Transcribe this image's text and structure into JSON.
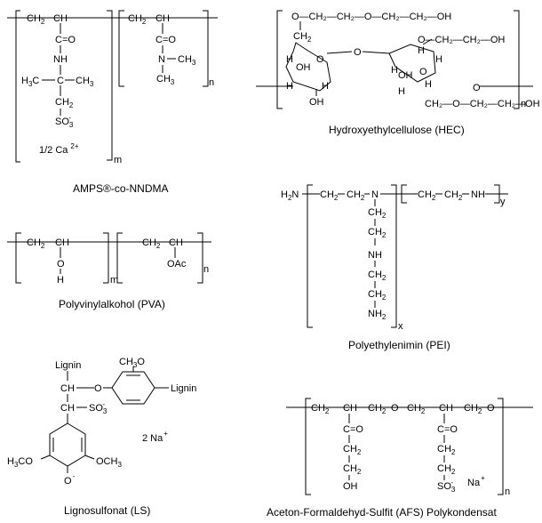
{
  "structures": [
    {
      "caption": "AMPS®-co-NNDMA",
      "atoms": {
        "ch2_a": "CH",
        "ch2_a_sub": "2",
        "ch_a": "CH",
        "ch2_b": "CH",
        "ch2_b_sub": "2",
        "ch_b": "CH",
        "c_o_1": "C=O",
        "c_o_2": "C=O",
        "nh": "NH",
        "n": "N",
        "n_me_right": "CH",
        "n_me_right_sub": "3",
        "n_me_down": "CH",
        "n_me_down_sub": "3",
        "h3c": "H",
        "h3c_sub": "3",
        "h3c_c": "C",
        "c_center": "C",
        "ch3_right": "CH",
        "ch3_right_sub": "3",
        "ch2_c": "CH",
        "ch2_c_sub": "2",
        "so3": "SO",
        "so3_sub": "3",
        "so3_sup": "-",
        "ca": "1/2 Ca",
        "ca_sup": "2+",
        "m": "m",
        "n_idx": "n"
      }
    },
    {
      "caption": "Hydroxyethylcellulose (HEC)",
      "atoms": {
        "top_chain": "O—CH₂—CH₂—O—CH₂—CH₂—OH",
        "ch2_top_left": "CH",
        "ch2_top_left_sub": "2",
        "h1": "H",
        "h2": "H",
        "h3": "H",
        "h4": "H",
        "h5": "H",
        "h6": "H",
        "h7": "H",
        "h8": "H",
        "oh1": "OH",
        "oh2": "OH",
        "oh3": "OH",
        "o_ring1": "O",
        "o_ring2": "O",
        "o_bridge": "O",
        "o_right": "O",
        "right_chain": "O—CH₂—CH₂—OH",
        "bottom_chain": "CH₂—O—CH₂—CH₂—OH",
        "n_idx": "n"
      }
    },
    {
      "caption": "Polyvinylalkohol (PVA)",
      "atoms": {
        "ch2_a": "CH",
        "ch2_a_sub": "2",
        "ch_a": "CH",
        "ch2_b": "CH",
        "ch2_b_sub": "2",
        "ch_b": "CH",
        "o": "O",
        "h": "H",
        "oac": "OAc",
        "m": "m",
        "n_idx": "n"
      }
    },
    {
      "caption": "Polyethylenimin (PEI)",
      "atoms": {
        "h2n": "H",
        "h2n_sub": "2",
        "h2n_n": "N",
        "ch2_1": "CH",
        "ch2_1_sub": "2",
        "ch2_2": "CH",
        "ch2_2_sub": "2",
        "n_branch": "N",
        "ch2_3": "CH",
        "ch2_3_sub": "2",
        "ch2_4": "CH",
        "ch2_4_sub": "2",
        "nh_chain": "NH",
        "ch2_v1": "CH",
        "ch2_v1_sub": "2",
        "ch2_v2": "CH",
        "ch2_v2_sub": "2",
        "nh_v": "NH",
        "ch2_v3": "CH",
        "ch2_v3_sub": "2",
        "ch2_v4": "CH",
        "ch2_v4_sub": "2",
        "nh2": "NH",
        "nh2_sub": "2",
        "x": "x",
        "y": "y"
      }
    },
    {
      "caption": "Lignosulfonat (LS)",
      "atoms": {
        "lignin_top": "Lignin",
        "lignin_right": "Lignin",
        "ch3o_top": "CH",
        "ch3o_top_sub": "3",
        "ch3o_top_o": "O",
        "ch_1": "CH",
        "o_link": "O",
        "ch_2": "CH",
        "so3": "SO",
        "so3_sub": "3",
        "so3_sup": "-",
        "na": "2 Na",
        "na_sup": "+",
        "h3co": "H",
        "h3co_sub": "3",
        "h3co_co": "CO",
        "och3": "OCH",
        "och3_sub": "3",
        "o_minus": "O",
        "o_minus_sup": "-"
      }
    },
    {
      "caption": "Aceton-Formaldehyd-Sulfit (AFS) Polykondensat",
      "atoms": {
        "ch2_1": "CH",
        "ch2_1_sub": "2",
        "ch_1": "CH",
        "ch2_o_1": "CH",
        "ch2_o_1_sub": "2",
        "o_mid": "O",
        "ch2_2": "CH",
        "ch2_2_sub": "2",
        "ch_2": "CH",
        "ch2_o_2": "CH",
        "ch2_o_2_sub": "2",
        "o_end": "O",
        "c_o_1": "C=O",
        "c_o_2": "C=O",
        "ch2_a": "CH",
        "ch2_a_sub": "2",
        "ch2_b": "CH",
        "ch2_b_sub": "2",
        "oh": "OH",
        "ch2_c": "CH",
        "ch2_c_sub": "2",
        "ch2_d": "CH",
        "ch2_d_sub": "2",
        "so3": "SO",
        "so3_sub": "3",
        "so3_sup": "-",
        "na": "Na",
        "na_sup": "+",
        "n_idx": "n"
      }
    }
  ]
}
